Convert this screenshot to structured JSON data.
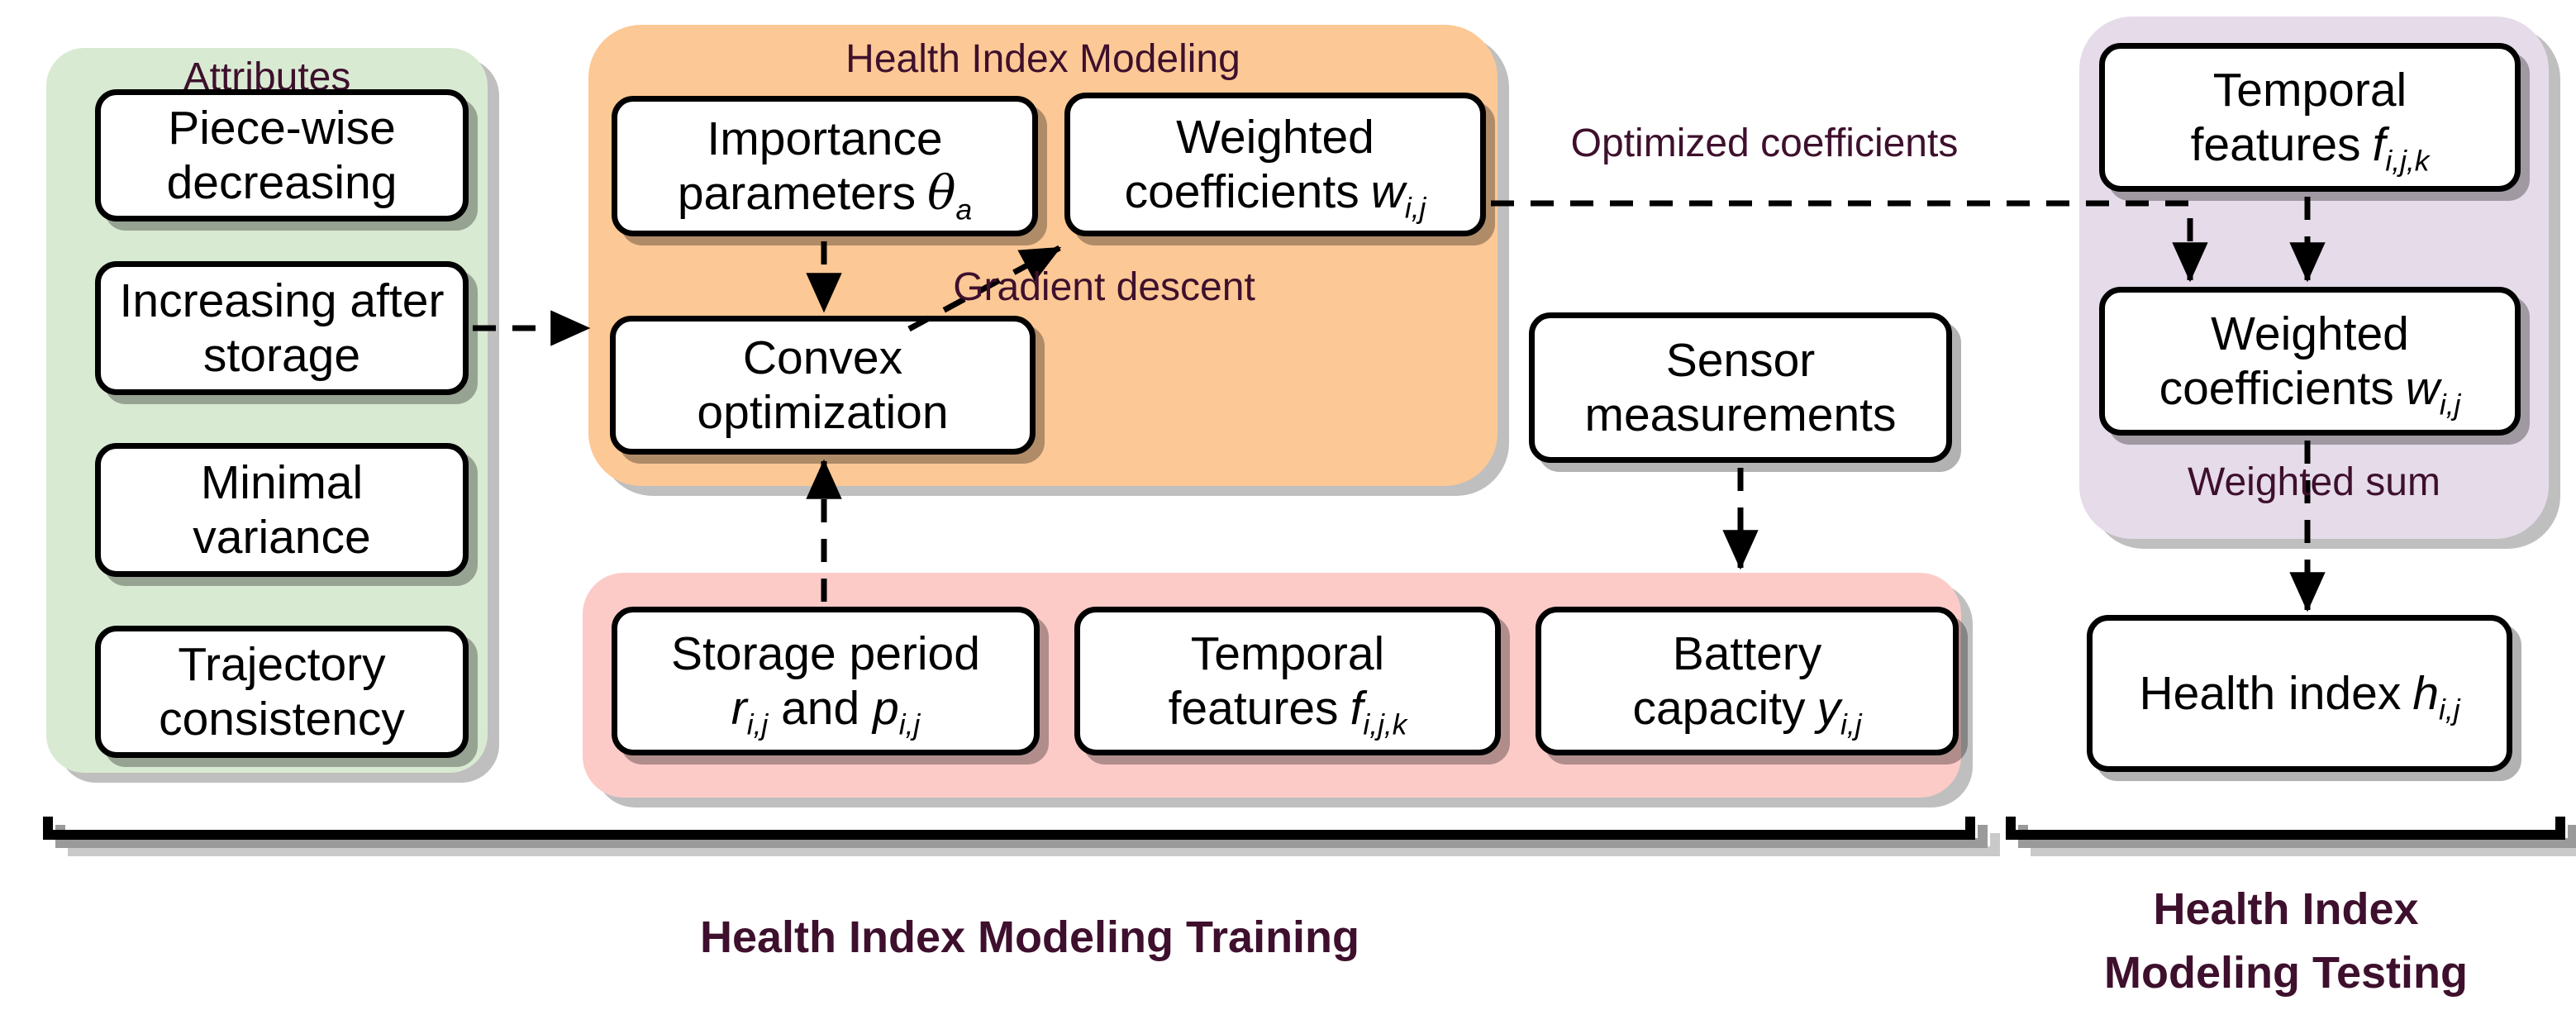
{
  "colors": {
    "attributes_panel_bg": "#d9ead2",
    "modeling_panel_bg": "#fcc895",
    "training_data_panel_bg": "#fccbc8",
    "testing_panel_bg": "#e5dbe9",
    "box_fill": "#ffffff",
    "box_border": "#000000",
    "label_maroon": "#3e102d",
    "shadow_gray": "#bfbfbf"
  },
  "attributes_panel": {
    "title": "Attributes",
    "boxes": [
      {
        "line1": "Piece-wise",
        "line2": "decreasing"
      },
      {
        "line1": "Increasing after",
        "line2": "storage"
      },
      {
        "line1": "Minimal",
        "line2": "variance"
      },
      {
        "line1": "Trajectory",
        "line2": "consistency"
      }
    ]
  },
  "modeling_panel": {
    "title": "Health Index Modeling",
    "importance_box": {
      "line1": "Importance",
      "line2": "parameters",
      "var": "θ",
      "sub": "a"
    },
    "weighted_box": {
      "line1": "Weighted",
      "line2": "coefficients",
      "var": "w",
      "sub": "i,j"
    },
    "convex_box": {
      "line1": "Convex",
      "line2": "optimization"
    },
    "gradient_label": "Gradient descent"
  },
  "optimized_label": "Optimized coefficients",
  "sensor_box": {
    "line1": "Sensor",
    "line2": "measurements"
  },
  "training_data_panel": {
    "storage_box": {
      "line1": "Storage period",
      "var1": "r",
      "sub1": "i,j",
      "mid": " and ",
      "var2": "p",
      "sub2": "i,j"
    },
    "temporal_box": {
      "line1": "Temporal",
      "line2": "features",
      "var": "f",
      "sub": "i,j,k"
    },
    "battery_box": {
      "line1": "Battery",
      "line2": "capacity",
      "var": "y",
      "sub": "i,j"
    }
  },
  "testing_panel": {
    "temporal_box": {
      "line1": "Temporal",
      "line2": "features",
      "var": "f",
      "sub": "i,j,k"
    },
    "weighted_box": {
      "line1": "Weighted",
      "line2": "coefficients",
      "var": "w",
      "sub": "i,j"
    },
    "weighted_sum_label": "Weighted sum"
  },
  "health_index_box": {
    "text": "Health index",
    "var": "h",
    "sub": "i,j"
  },
  "footer": {
    "training_label": "Health Index Modeling Training",
    "testing_label_line1": "Health Index",
    "testing_label_line2": "Modeling Testing"
  }
}
